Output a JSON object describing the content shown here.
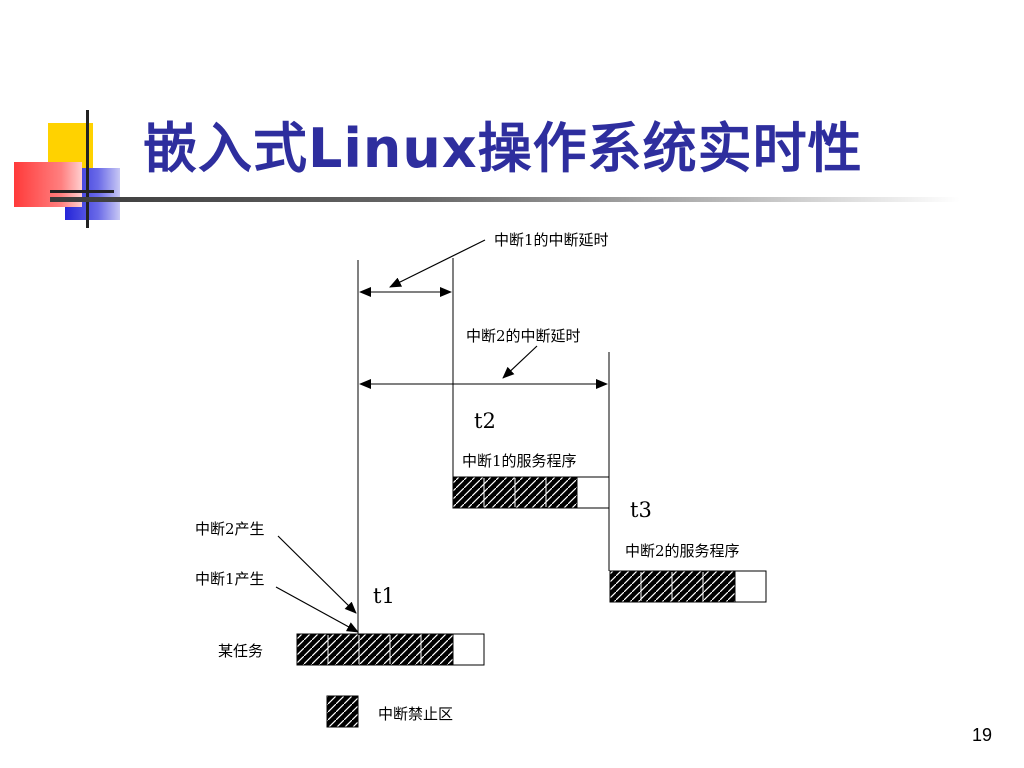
{
  "slide": {
    "title": "嵌入式Linux操作系统实时性",
    "page_number": "19"
  },
  "diagram": {
    "labels": {
      "irq1_latency": "中断1的中断延时",
      "irq2_latency": "中断2的中断延时",
      "t1": "t1",
      "t2": "t2",
      "t3": "t3",
      "irq1_service": "中断1的服务程序",
      "irq2_service": "中断2的服务程序",
      "irq2_raised": "中断2产生",
      "irq1_raised": "中断1产生",
      "task": "某任务",
      "legend": "中断禁止区"
    },
    "colors": {
      "title": "#2e2e9e",
      "hatch": "#000000",
      "deco_yellow": "#ffd200",
      "deco_blue": "#3a3ae0",
      "deco_red": "#ff4a4a"
    }
  }
}
